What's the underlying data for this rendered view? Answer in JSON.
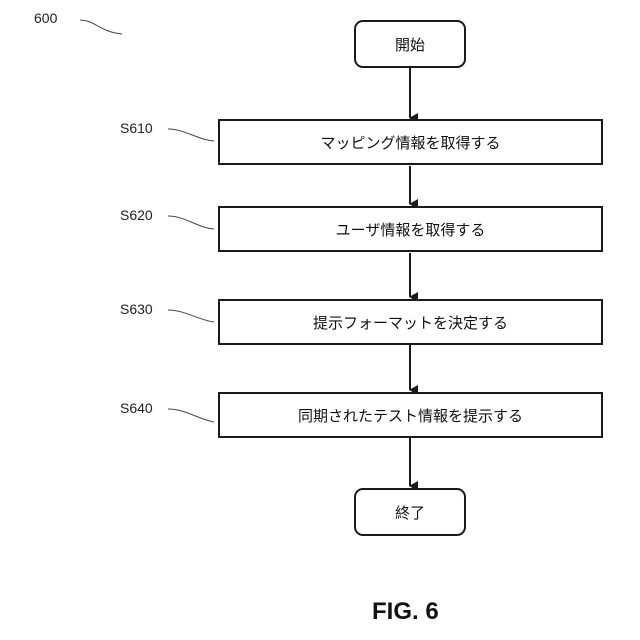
{
  "diagram": {
    "ref_number": "600",
    "start_label": "開始",
    "end_label": "終了",
    "steps": [
      {
        "id": "S610",
        "label": "マッピング情報を取得する"
      },
      {
        "id": "S620",
        "label": "ユーザ情報を取得する"
      },
      {
        "id": "S630",
        "label": "提示フォーマットを決定する"
      },
      {
        "id": "S640",
        "label": "同期されたテスト情報を提示する"
      }
    ],
    "figure_caption": "FIG. 6"
  }
}
